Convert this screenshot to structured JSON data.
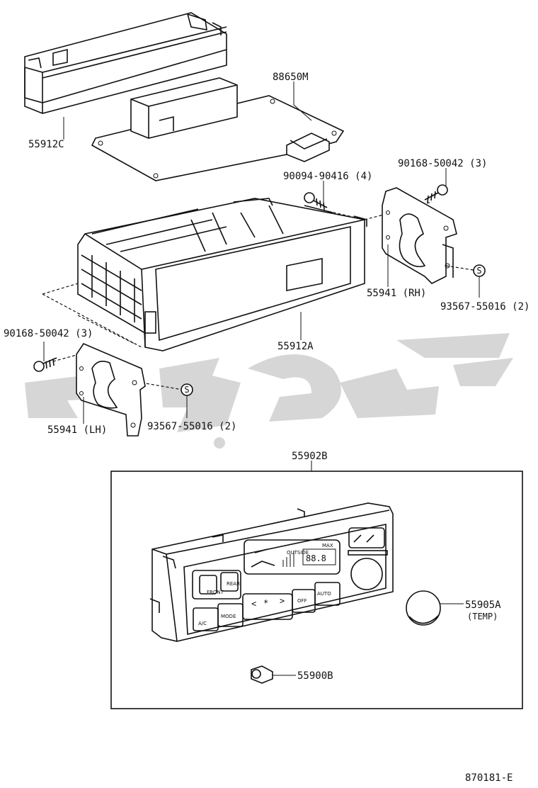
{
  "diagram_id": "870181-E",
  "parts": {
    "p55912C": "55912C",
    "p88650M": "88650M",
    "p90094": "90094-90416 (4)",
    "p90168_rh": "90168-50042 (3)",
    "p55941_rh": "55941 (RH)",
    "p93567_rh": "93567-55016 (2)",
    "p55912A": "55912A",
    "p90168_lh": "90168-50042 (3)",
    "p55941_lh": "55941 (LH)",
    "p93567_lh": "93567-55016 (2)",
    "p55902B": "55902B",
    "p55905A": "55905A",
    "p55905A_note": "(TEMP)",
    "p55900B": "55900B"
  },
  "panel_buttons": {
    "front": "FRONT",
    "rear": "REAR",
    "ac": "A/C",
    "mode": "MODE",
    "off": "OFF",
    "auto": "AUTO"
  },
  "display": {
    "outside": "OUTSIDE",
    "digits": "88.8",
    "max": "MAX"
  },
  "colors": {
    "ink": "#111111",
    "watermark": "#cfcfcf"
  }
}
